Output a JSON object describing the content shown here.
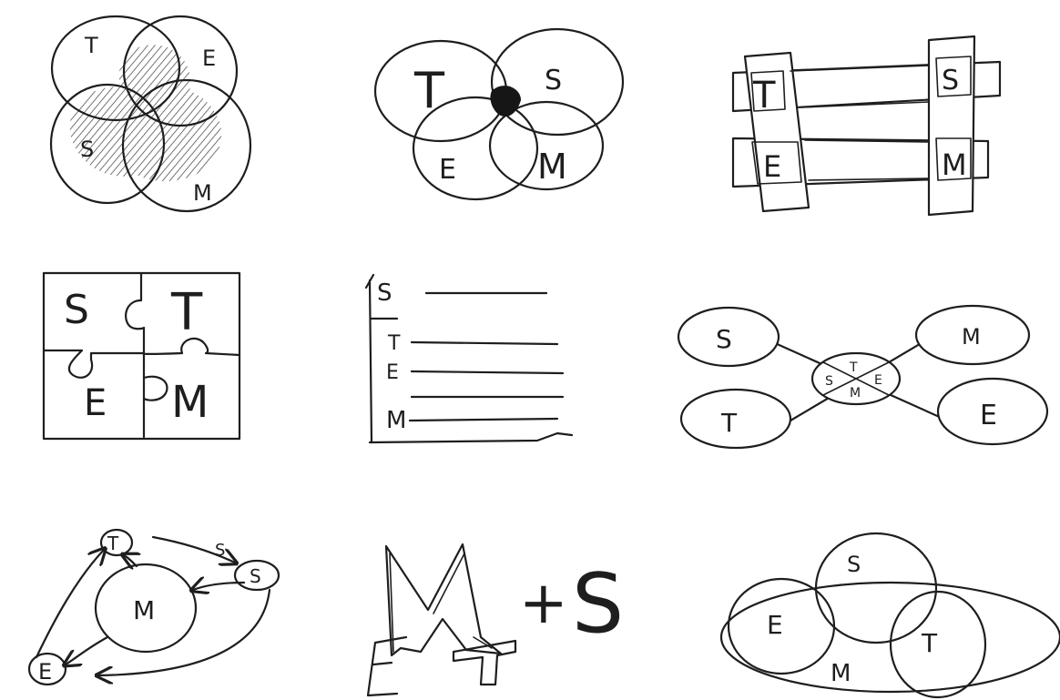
{
  "sketches": [
    {
      "id": "venn-four",
      "labels": {
        "t": "T",
        "e": "E",
        "s": "S",
        "m": "M"
      }
    },
    {
      "id": "overlap-four",
      "labels": {
        "t": "T",
        "s": "S",
        "e": "E",
        "m": "M"
      }
    },
    {
      "id": "woven-bars",
      "labels": {
        "t": "T",
        "s": "S",
        "e": "E",
        "m": "M"
      }
    },
    {
      "id": "puzzle",
      "labels": {
        "s": "S",
        "t": "T",
        "e": "E",
        "m": "M"
      }
    },
    {
      "id": "lined-list",
      "labels": {
        "s": "S",
        "t": "T",
        "e": "E",
        "m": "M"
      }
    },
    {
      "id": "cross-hub",
      "labels": {
        "s": "S",
        "m": "M",
        "t": "T",
        "e": "E",
        "hub_t": "T",
        "hub_s": "S",
        "hub_e": "E",
        "hub_m": "M"
      }
    },
    {
      "id": "cycle",
      "labels": {
        "t": "T",
        "s": "S",
        "m": "M",
        "e": "E",
        "arrow_s": "S"
      }
    },
    {
      "id": "met-plus-s",
      "labels": {
        "m": "M",
        "e": "E",
        "t": "T",
        "plus": "+",
        "s": "S"
      }
    },
    {
      "id": "nested",
      "labels": {
        "s": "S",
        "e": "E",
        "t": "T",
        "m": "M"
      }
    }
  ]
}
